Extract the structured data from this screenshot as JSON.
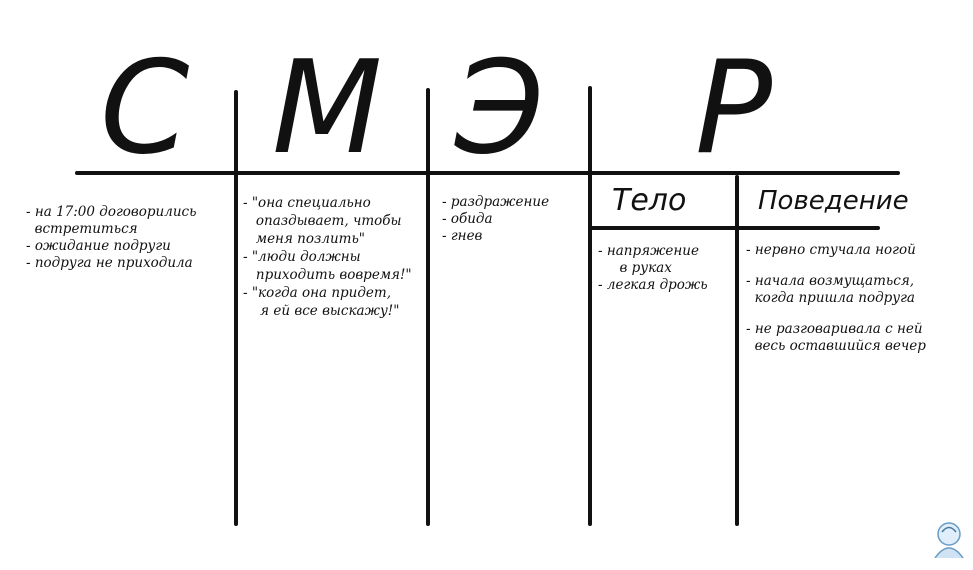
{
  "headers": [
    "С",
    "М",
    "Э",
    "Р"
  ],
  "subheaders": {
    "body": "Тело",
    "behavior": "Поведение"
  },
  "columns": {
    "situation": [
      "- на 17:00 договорились",
      "  встретиться",
      "- ожидание подруги",
      "- подруга не приходила"
    ],
    "thoughts": [
      "- \"она специально",
      "   опаздывает, чтобы",
      "   меня позлить\"",
      "- \"люди должны",
      "   приходить вовремя!\"",
      "- \"когда она придет,",
      "    я ей все выскажу!\""
    ],
    "emotions": [
      "- раздражение",
      "- обида",
      "- гнев"
    ],
    "body": [
      "- напряжение",
      "     в руках",
      "- легкая дрожь"
    ],
    "behavior": [
      "- нервно стучала ногой",
      "- начала возмущаться,",
      "  когда пришла подруга",
      "- не разговаривала с ней",
      "  весь оставшийся вечер"
    ]
  }
}
